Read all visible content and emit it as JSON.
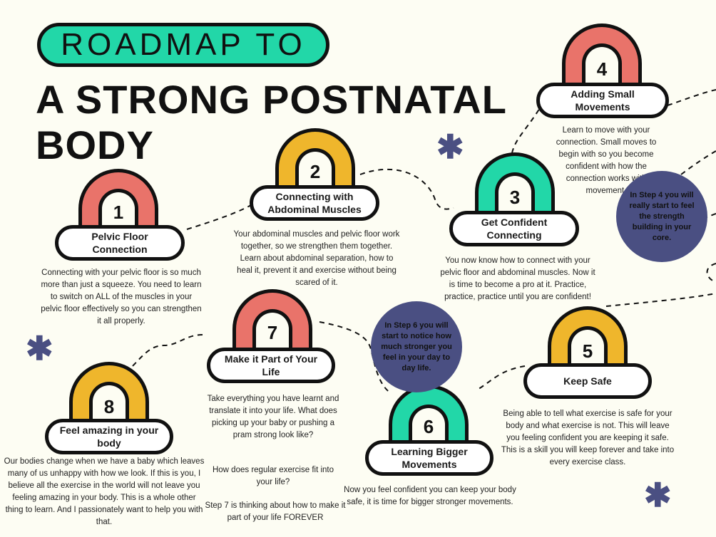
{
  "title_top": "ROADMAP TO",
  "title_main": "A STRONG POSTNATAL BODY",
  "colors": {
    "red": "#e9736a",
    "yellow": "#efb62c",
    "green": "#22d7a8",
    "navy": "#4a4f82"
  },
  "steps": [
    {
      "num": "1",
      "label": "Pelvic Floor Connection",
      "text": "Connecting with your pelvic floor is so much more than just a squeeze. You need to learn to switch on ALL of the muscles in your pelvic floor effectively so you can strengthen it all properly."
    },
    {
      "num": "2",
      "label": "Connecting with Abdominal Muscles",
      "text": "Your abdominal muscles and pelvic floor work together, so we strengthen them together. Learn about abdominal separation, how to heal it, prevent it and exercise without being scared of it."
    },
    {
      "num": "3",
      "label": "Get Confident Connecting",
      "text": "You now know how to connect with your pelvic floor and abdominal muscles. Now it is time to become a pro at it. Practice, practice, practice until you are confident!"
    },
    {
      "num": "4",
      "label": "Adding Small Movements",
      "text": "Learn to move with your connection. Small moves to begin with so you become confident with how the connection works with movement."
    },
    {
      "num": "5",
      "label": "Keep Safe",
      "text": "Being able to tell what exercise is safe for your body and what exercise is not. This will leave you feeling confident you are keeping it safe. This is a skill you will keep forever and take into every exercise class."
    },
    {
      "num": "6",
      "label": "Learning Bigger Movements",
      "text": "Now you feel confident you can keep your body safe, it is time for bigger stronger movements."
    },
    {
      "num": "7",
      "label": "Make it Part of Your Life",
      "text": "Take everything you have learnt and translate it into your life. What does picking up your baby or pushing a pram strong look like?",
      "text2": "How does regular exercise fit into your life?",
      "text3": "Step 7 is thinking about how to make it part of your life FOREVER"
    },
    {
      "num": "8",
      "label": "Feel amazing in your body",
      "text": "Our bodies change when we have a baby which leaves many of us unhappy with how we look. If this is you, I believe all the exercise in the world will not leave you feeling amazing in your body. This is a whole other thing to learn. And I passionately want to help you with that."
    }
  ],
  "notes": {
    "step4": "In Step 4 you will really start to feel the strength building in your core.",
    "step6": "In Step 6 you will start to notice how much stronger you feel in your day to day life."
  },
  "decor": {
    "star_glyph": "✱"
  }
}
